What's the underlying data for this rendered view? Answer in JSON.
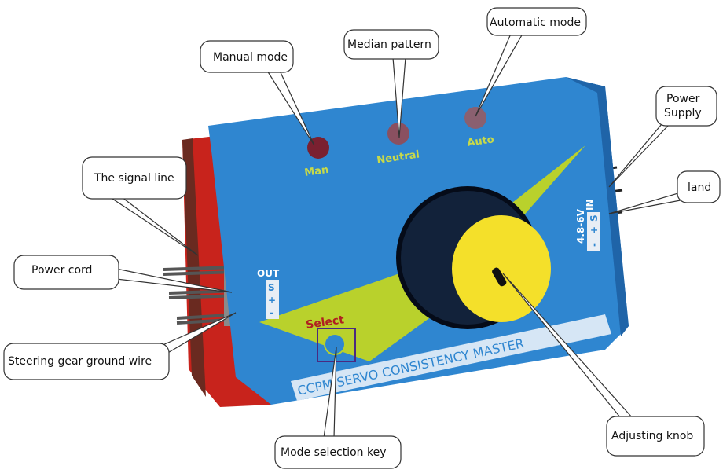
{
  "device": {
    "led_labels": [
      "Man",
      "Neutral",
      "Auto"
    ],
    "out_label": "OUT",
    "out_pins": [
      "S",
      "+",
      "-"
    ],
    "in_label": "IN",
    "in_pins": [
      "S",
      "+",
      "-"
    ],
    "voltage": "4.8-6V",
    "select_label": "Select",
    "brand_text": "CCPM SERVO CONSISTENCY MASTER",
    "colors": {
      "body": "#2f86d0",
      "accent": "#b9d12c",
      "knob": "#f4e02a",
      "side": "#c8231c"
    }
  },
  "callouts": {
    "manual": "Manual mode",
    "median": "Median pattern",
    "automatic": "Automatic mode",
    "power_supply_1": "Power",
    "power_supply_2": "Supply",
    "land": "land",
    "signal": "The signal line",
    "power_cord": "Power cord",
    "ground": "Steering gear ground wire",
    "mode_key": "Mode selection key",
    "knob": "Adjusting knob"
  }
}
